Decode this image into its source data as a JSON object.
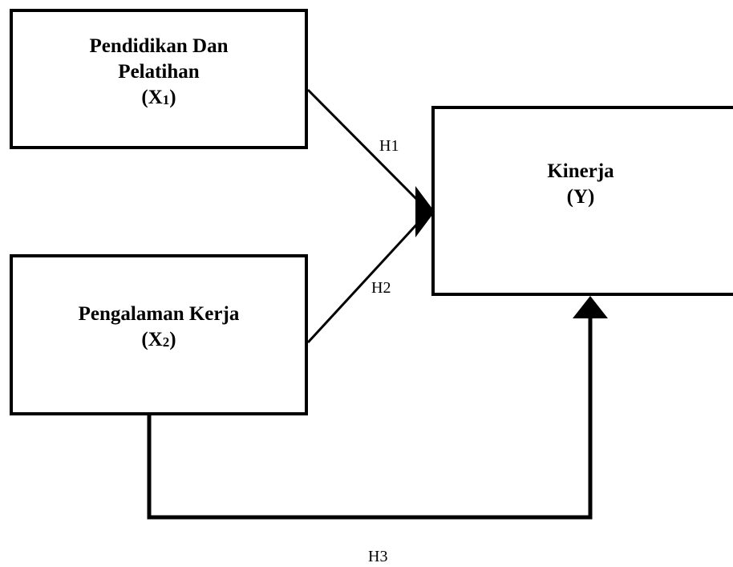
{
  "diagram": {
    "x1": {
      "line1": "Pendidikan Dan",
      "line2": "Pelatihan",
      "code_main": "X",
      "code_sub": "1"
    },
    "x2": {
      "line1": "Pengalaman Kerja",
      "code_main": "X",
      "code_sub": "2"
    },
    "y": {
      "line1": "Kinerja",
      "code": "(Y)"
    },
    "hypotheses": {
      "h1": "H1",
      "h2": "H2",
      "h3": "H3"
    },
    "colors": {
      "stroke": "#000000",
      "fill": "#ffffff",
      "text": "#000000"
    }
  }
}
